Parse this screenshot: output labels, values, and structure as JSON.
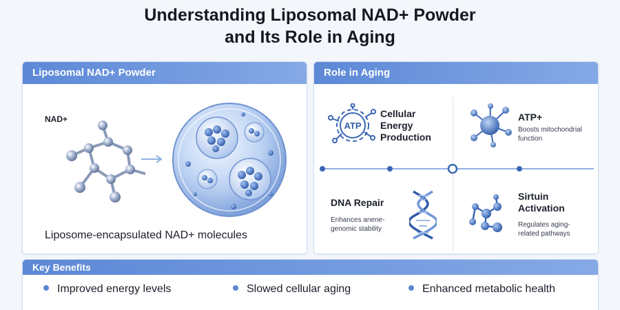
{
  "title_line1": "Understanding Liposomal NAD+ Powder",
  "title_line2": "and Its Role in Aging",
  "left_panel": {
    "header": "Liposomal NAD+ Powder",
    "molecule_label": "NAD+",
    "caption": "Liposome-encapsulated NAD+ molecules"
  },
  "right_panel": {
    "header": "Role in Aging",
    "items": [
      {
        "title_lines": [
          "Cellular",
          "Energy",
          "Production"
        ],
        "desc_lines": [],
        "icon_text": "ATP"
      },
      {
        "title_lines": [
          "ATP+"
        ],
        "desc_lines": [
          "Boosts mitochondrial",
          "function"
        ]
      },
      {
        "title_lines": [
          "DNA Repair"
        ],
        "desc_lines": [
          "Enhances anene-",
          "genomic stability"
        ]
      },
      {
        "title_lines": [
          "Sirtuin",
          "Activation"
        ],
        "desc_lines": [
          "Regulates aging-",
          "related pathways"
        ]
      }
    ]
  },
  "benefits": {
    "header": "Key Benefits",
    "items": [
      "Improved energy levels",
      "Slowed cellular aging",
      "Enhanced metabolic health"
    ]
  },
  "colors": {
    "accent": "#5a86d3",
    "header_start": "#5c88d6",
    "header_end": "#86a9e6",
    "dark_blue": "#2f5aa8"
  },
  "icons": [
    "atp-gear-icon",
    "mitochondria-icon",
    "dna-helix-icon",
    "molecule-cluster-icon",
    "arrow-right-icon"
  ]
}
